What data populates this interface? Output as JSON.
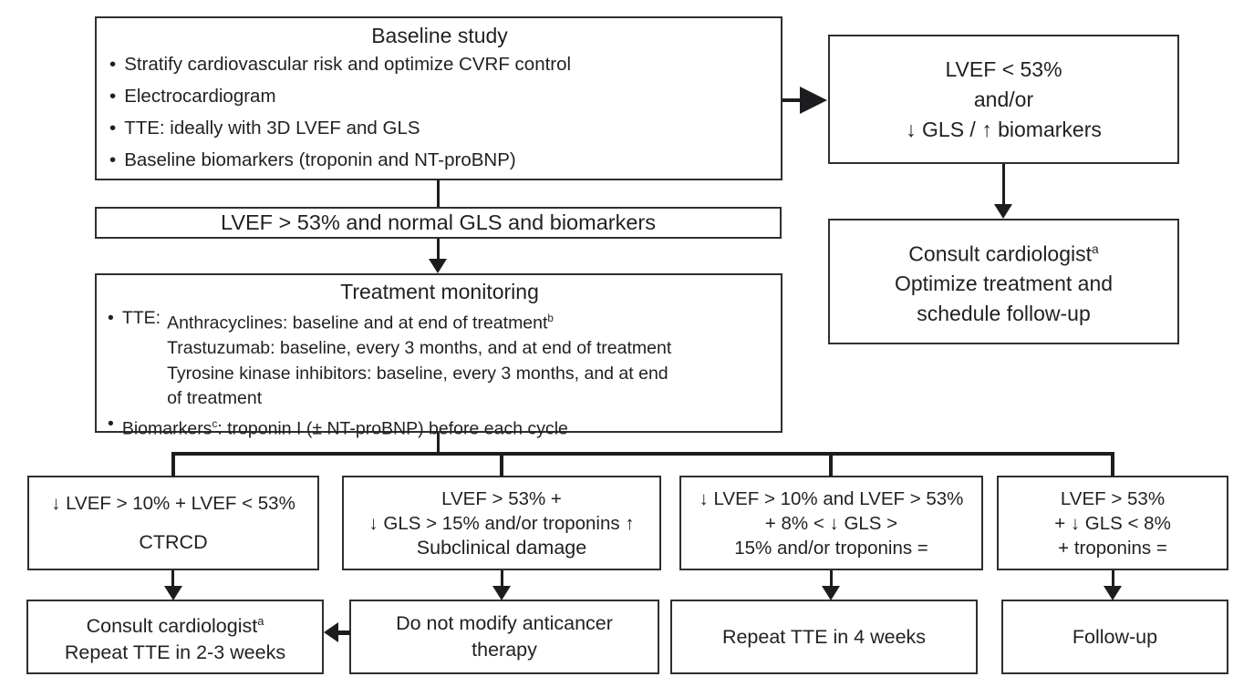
{
  "glyphs": {
    "bullet": "•"
  },
  "colors": {
    "ink": "#231f20",
    "line": "#1d1d1f",
    "border": "#2f2e31",
    "background": "#ffffff"
  },
  "baseline": {
    "title": "Baseline study",
    "bullets": [
      "Stratify cardiovascular risk and optimize CVRF control",
      "Electrocardiogram",
      "TTE: ideally with 3D LVEF and GLS",
      "Baseline biomarkers (troponin and NT-proBNP)"
    ]
  },
  "abnormal_baseline": {
    "lines": [
      "LVEF < 53%",
      "and/or",
      "↓ GLS / ↑ biomarkers"
    ]
  },
  "consult_cardiologist_top": {
    "line1": "Consult cardiologist",
    "sup": "a",
    "line2": "Optimize treatment and",
    "line3": "schedule follow-up"
  },
  "normal_baseline_bar": {
    "text": "LVEF > 53% and normal GLS and biomarkers"
  },
  "treatment_monitoring": {
    "title": "Treatment monitoring",
    "tte_label": "TTE:",
    "tte_line1": "Anthracyclines: baseline and at end of treatment",
    "tte_line1_sup": "b",
    "tte_line2": "Trastuzumab: baseline, every 3 months, and at end of treatment",
    "tte_line3": "Tyrosine kinase inhibitors: baseline, every 3 months, and at end",
    "tte_line4": "of treatment",
    "biomarkers_pre": "Biomarkers",
    "biomarkers_sup": "c",
    "biomarkers_post": ": troponin I (± NT-proBNP) before each cycle"
  },
  "conditions": [
    {
      "line1": "↓ LVEF > 10% + LVEF < 53%",
      "label": "CTRCD"
    },
    {
      "line1": "LVEF > 53% +",
      "line2": "↓ GLS > 15% and/or troponins ↑",
      "label": "Subclinical damage"
    },
    {
      "line1": "↓ LVEF > 10% and LVEF > 53%",
      "line2": "+ 8% < ↓ GLS >",
      "line3": "15% and/or troponins ="
    },
    {
      "line1": "LVEF > 53%",
      "line2": "+ ↓ GLS < 8%",
      "line3": "+ troponins ="
    }
  ],
  "outcomes": [
    {
      "line1": "Consult cardiologist",
      "sup": "a",
      "line2": "Repeat TTE in 2-3 weeks"
    },
    {
      "line1": "Do not modify anticancer",
      "line2": "therapy"
    },
    {
      "line1": "Repeat TTE in 4 weeks"
    },
    {
      "line1": "Follow-up"
    }
  ]
}
